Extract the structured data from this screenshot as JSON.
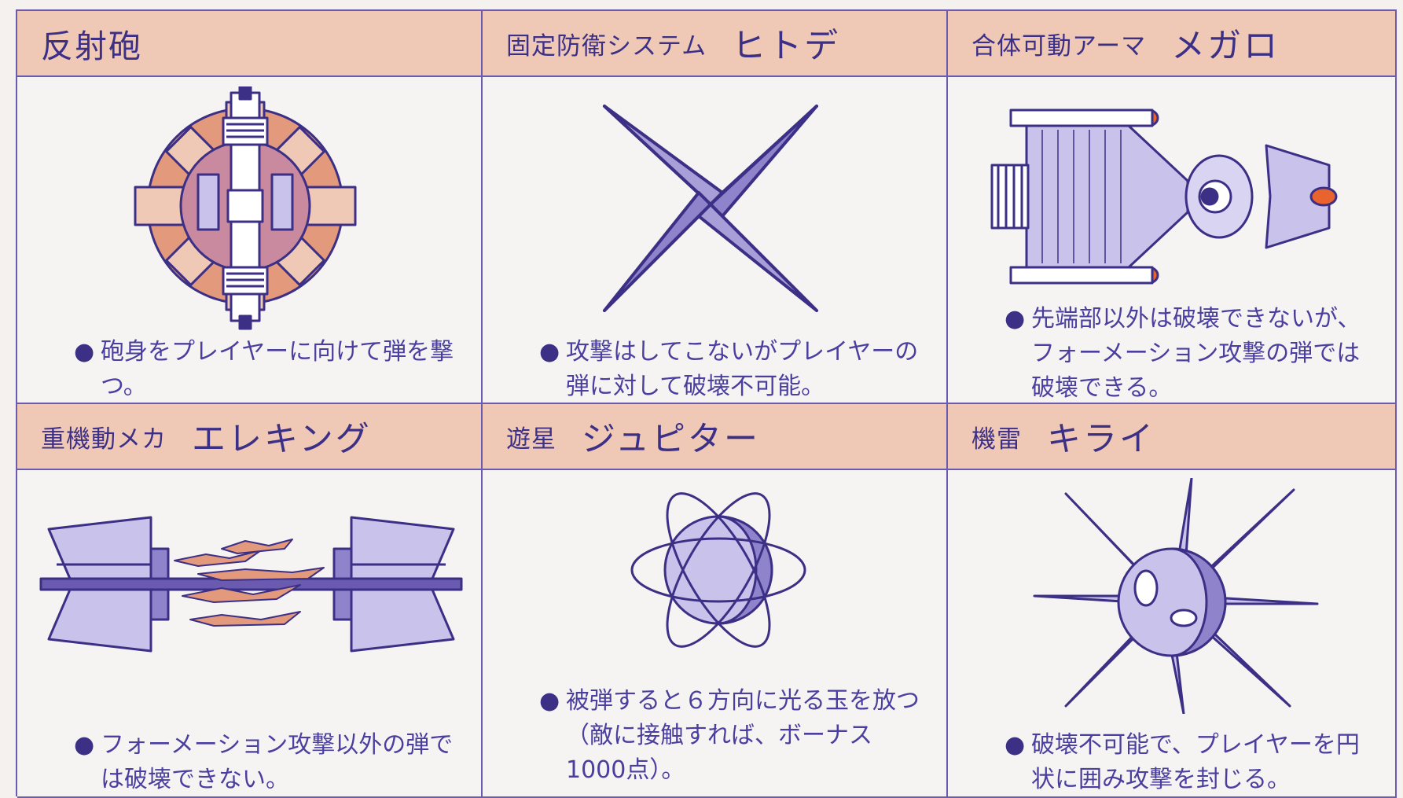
{
  "cards": [
    {
      "category": "反射砲",
      "name": "",
      "description": "砲身をプレイヤーに向けて弾を撃つ。",
      "sprite_icon": "reflector-cannon-sprite"
    },
    {
      "category": "固定防衛システム",
      "name": "ヒトデ",
      "description": "攻撃はしてこないがプレイヤーの弾に対して破壊不可能。",
      "sprite_icon": "starfish-sprite"
    },
    {
      "category": "合体可動アーマ",
      "name": "メガロ",
      "description": "先端部以外は破壊できないが、フォーメーション攻撃の弾では破壊できる。",
      "sprite_icon": "megalo-ship-sprite"
    },
    {
      "category": "重機動メカ",
      "name": "エレキング",
      "description": "フォーメーション攻撃以外の弾では破壊できない。",
      "sprite_icon": "eleking-sprite"
    },
    {
      "category": "遊星",
      "name": "ジュピター",
      "description": "被弾すると６方向に光る玉を放つ（敵に接触すれば、ボーナス1000点）。",
      "sprite_icon": "jupiter-planet-sprite"
    },
    {
      "category": "機雷",
      "name": "キライ",
      "description": "破壊不可能で、プレイヤーを円状に囲み攻撃を封じる。",
      "sprite_icon": "spiked-mine-sprite"
    }
  ],
  "colors": {
    "ink": "#3c2f86",
    "line": "#6a5ab0",
    "header": "#efc9b5",
    "lavender": "#c9c2ea",
    "salmon": "#e39a7c"
  }
}
